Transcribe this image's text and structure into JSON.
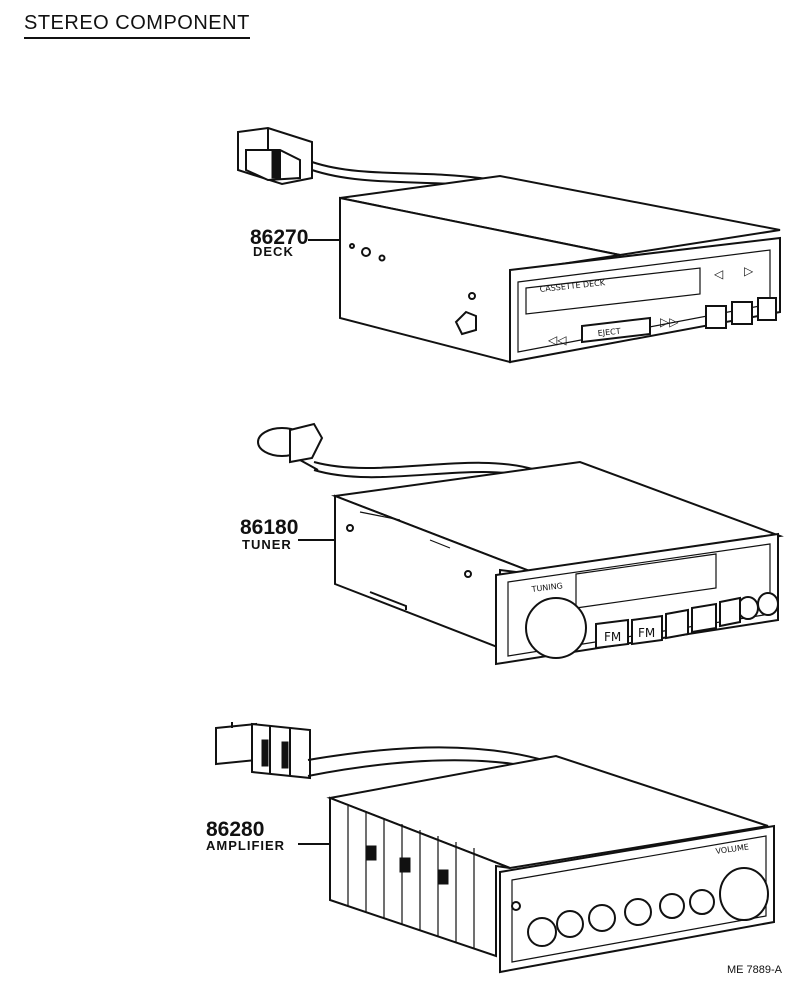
{
  "title": "STEREO COMPONENT",
  "components": [
    {
      "part_number": "86270",
      "name": "DECK",
      "face_label": "CASSETTE DECK",
      "button_label": "EJECT"
    },
    {
      "part_number": "86180",
      "name": "TUNER",
      "dial_label": "TUNING",
      "preset_labels": [
        "FM",
        "FM"
      ]
    },
    {
      "part_number": "86280",
      "name": "AMPLIFIER",
      "knob_label": "VOLUME"
    }
  ],
  "reference": "ME 7889-A"
}
